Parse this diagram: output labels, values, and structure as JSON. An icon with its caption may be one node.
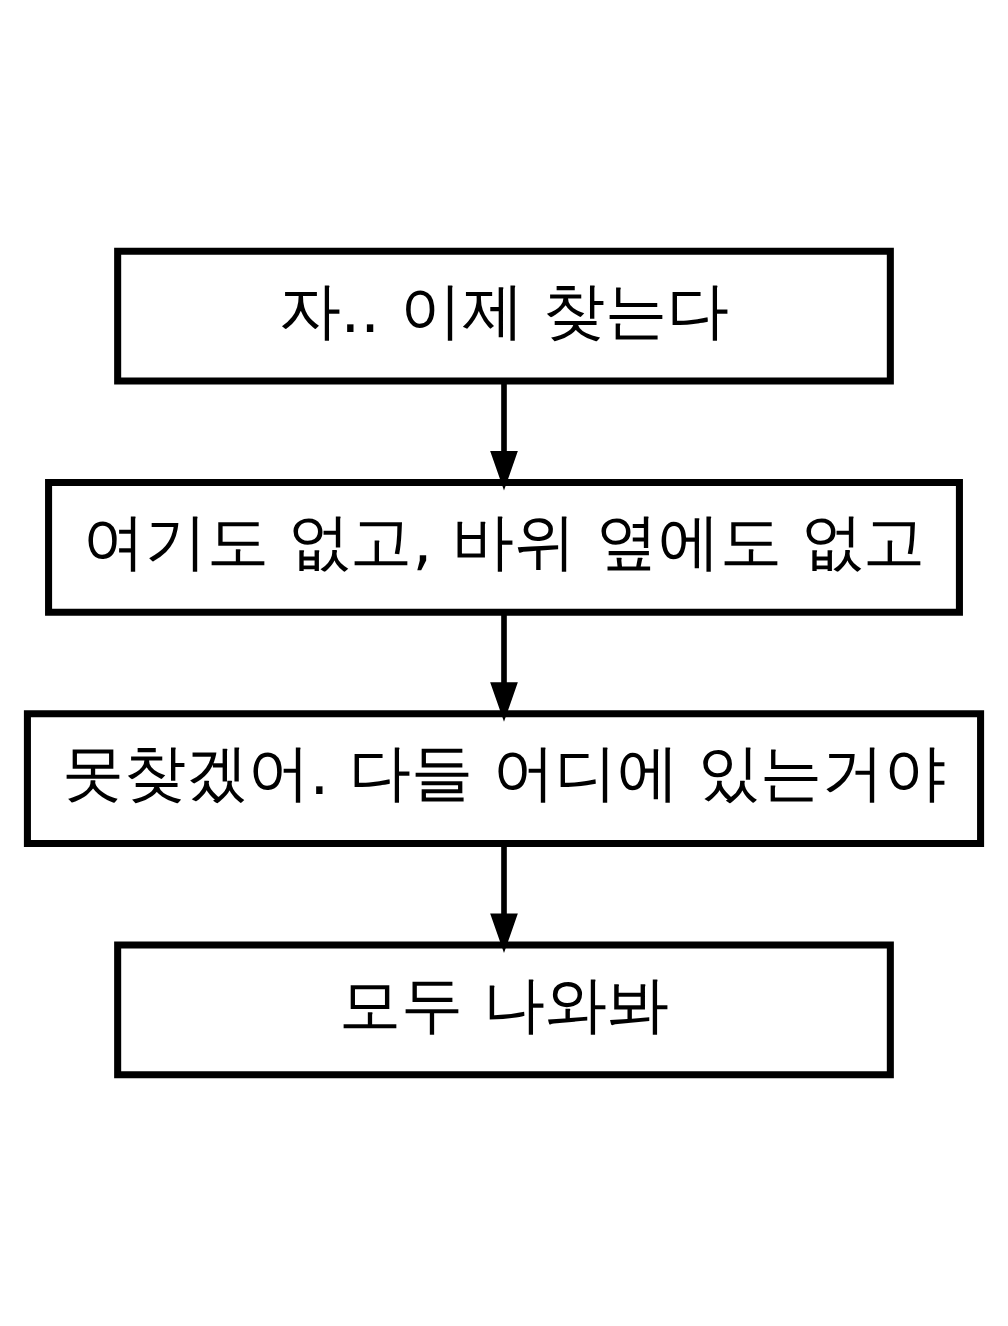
{
  "diagram": {
    "nodes": [
      {
        "text": [
          "자.. 이제 찾는다"
        ]
      },
      {
        "text": [
          "여기도 없고, 바위 옆에도 없고"
        ]
      },
      {
        "text": [
          "못찾겠어. 다들 어디에 있는거야"
        ]
      },
      {
        "text": [
          "모두 나와봐"
        ]
      }
    ],
    "edges": [
      {
        "from": 0,
        "to": 1,
        "arrow": "to"
      },
      {
        "from": 1,
        "to": 2,
        "arrow": "to"
      },
      {
        "from": 2,
        "to": 3,
        "arrow": "to"
      }
    ]
  }
}
